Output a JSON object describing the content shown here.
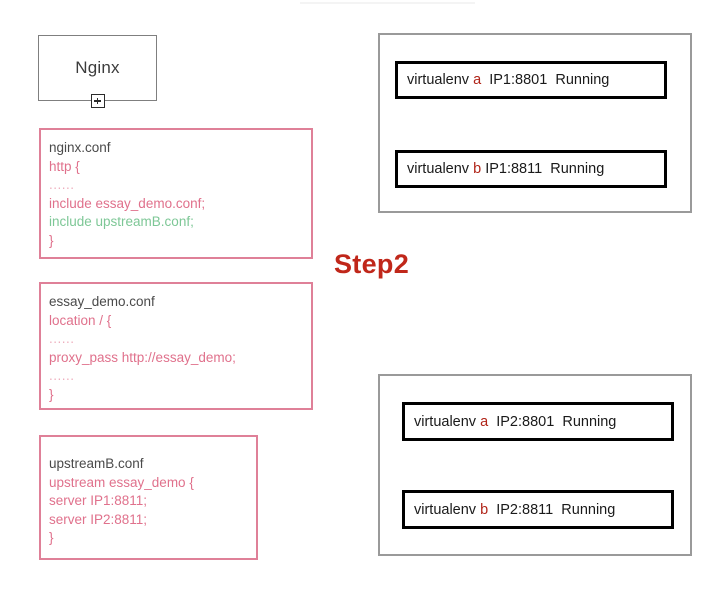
{
  "diagram": {
    "step_label": "Step2",
    "nginx_node": {
      "label": "Nginx",
      "handle_icon": "plus-icon"
    },
    "config_files": [
      {
        "id": "nginx-conf",
        "lines": [
          {
            "text": "nginx.conf",
            "style": "head"
          },
          {
            "text": "http {",
            "style": "code"
          },
          {
            "text": "......",
            "style": "dots"
          },
          {
            "text": "include essay_demo.conf;",
            "style": "code"
          },
          {
            "text": "include upstreamB.conf;",
            "style": "green"
          },
          {
            "text": "}",
            "style": "code"
          }
        ]
      },
      {
        "id": "essay-demo-conf",
        "lines": [
          {
            "text": "essay_demo.conf",
            "style": "head"
          },
          {
            "text": "location / {",
            "style": "code"
          },
          {
            "text": "......",
            "style": "dots"
          },
          {
            "text": "proxy_pass http://essay_demo;",
            "style": "code"
          },
          {
            "text": "......",
            "style": "dots"
          },
          {
            "text": "}",
            "style": "code"
          }
        ]
      },
      {
        "id": "upstreamb-conf",
        "lines": [
          {
            "text": "upstreamB.conf",
            "style": "head"
          },
          {
            "text": "upstream essay_demo {",
            "style": "code"
          },
          {
            "text": "server IP1:8811;",
            "style": "code"
          },
          {
            "text": "server IP2:8811;",
            "style": "code"
          },
          {
            "text": "}",
            "style": "code"
          }
        ]
      }
    ],
    "hosts": [
      {
        "id": "host-ip1",
        "instances": [
          {
            "name": "virtualenv",
            "tag": "a",
            "address": "IP1:8801",
            "status": "Running"
          },
          {
            "name": "virtualenv",
            "tag": "b",
            "address": "IP1:8811",
            "status": "Running"
          }
        ]
      },
      {
        "id": "host-ip2",
        "instances": [
          {
            "name": "virtualenv",
            "tag": "a",
            "address": "IP2:8801",
            "status": "Running"
          },
          {
            "name": "virtualenv",
            "tag": "b",
            "address": "IP2:8811",
            "status": "Running"
          }
        ]
      }
    ]
  },
  "colors": {
    "pink_border": "#df8098",
    "pink_text": "#e0718c",
    "green_text": "#7dc796",
    "head_text": "#4a4a4a",
    "step_red": "#c0271a",
    "tag_red": "#b02418",
    "grey_border": "#9a9a9a",
    "black_border": "#000000"
  }
}
